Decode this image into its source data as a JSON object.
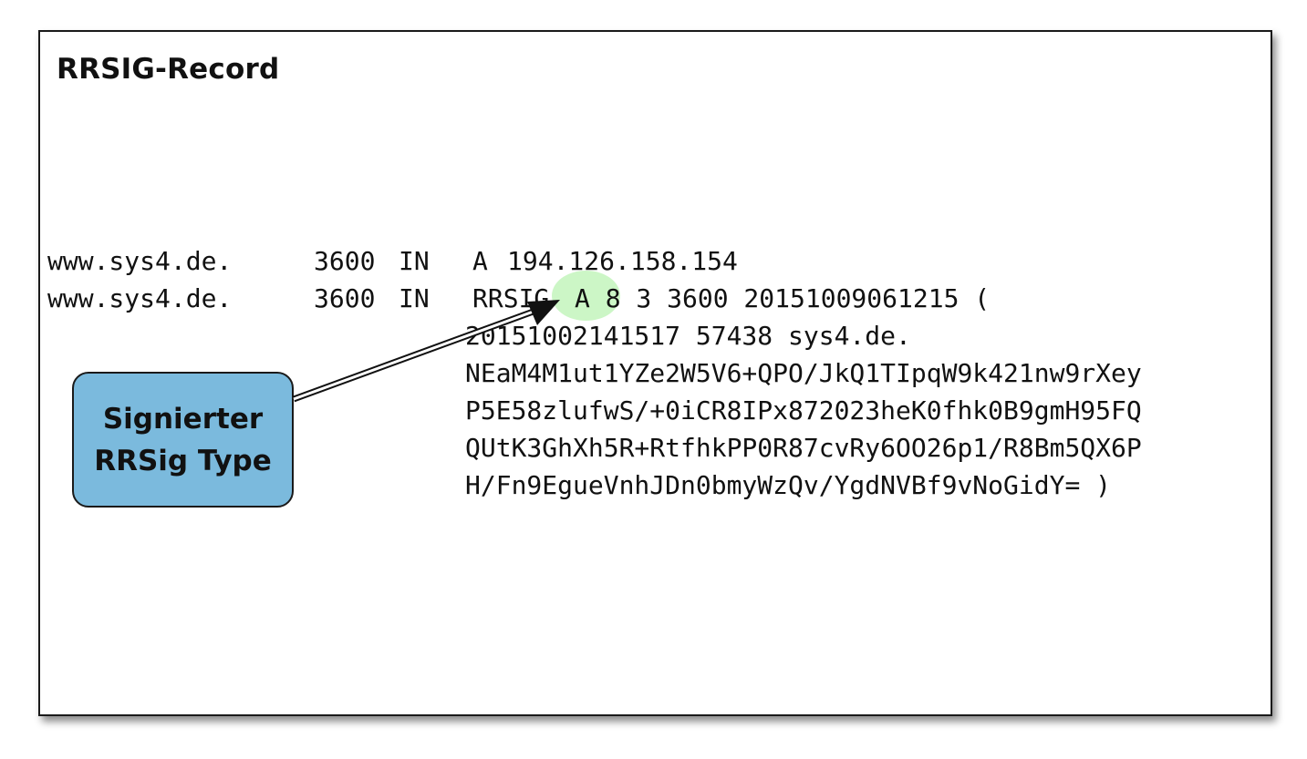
{
  "title": "RRSIG-Record",
  "record_a": {
    "name": "www.sys4.de.",
    "ttl": "3600",
    "class": "IN",
    "type": "A",
    "data": "194.126.158.154"
  },
  "record_rrsig": {
    "name": "www.sys4.de.",
    "ttl": "3600",
    "class": "IN",
    "type": "RRSIG",
    "rdata_first": "A 8 3 3600 20151009061215 (",
    "rdata_lines": [
      "20151002141517 57438 sys4.de.",
      "NEaM4M1ut1YZe2W5V6+QPO/JkQ1TIpqW9k421nw9rXey",
      "P5E58zlufwS/+0iCR8IPx872023heK0fhk0B9gmH95FQ",
      "QUtK3GhXh5R+RtfhkPP0R87cvRy6OO26p1/R8Bm5QX6P",
      "H/Fn9EgueVnhJDn0bmyWzQv/YgdNVBf9vNoGidY= )"
    ]
  },
  "callout": {
    "line1": "Signierter",
    "line2": "RRSig Type"
  },
  "colors": {
    "callout_fill": "#7bbadd",
    "highlight": "#aaf0a0"
  }
}
